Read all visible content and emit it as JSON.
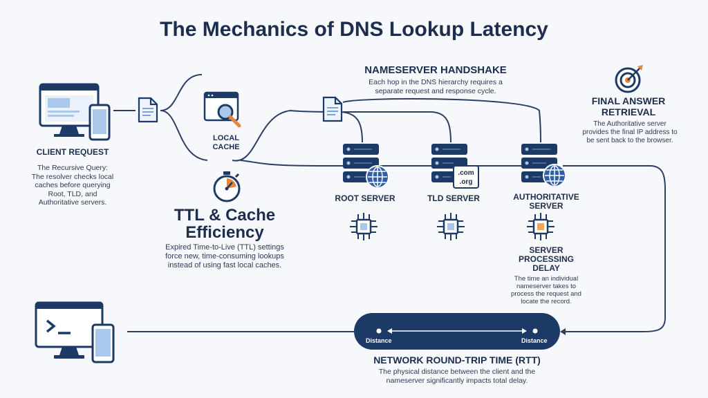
{
  "title": "The Mechanics of DNS Lookup Latency",
  "client": {
    "label": "CLIENT REQUEST",
    "desc_lines": [
      "The Recursive Query:",
      "The resolver checks local",
      "caches before querying",
      "Root, TLD, and",
      "Authoritative servers."
    ]
  },
  "local_cache": {
    "label_lines": [
      "LOCAL",
      "CACHE"
    ]
  },
  "ttl": {
    "heading_lines": [
      "TTL & Cache",
      "Efficiency"
    ],
    "desc_lines": [
      "Expired Time-to-Live (TTL) settings",
      "force new, time-consuming lookups",
      "instead of using fast local caches."
    ]
  },
  "handshake": {
    "heading": "NAMESERVER HANDSHAKE",
    "desc_lines": [
      "Each hop in the DNS hierarchy requires a",
      "separate request and response cycle."
    ]
  },
  "servers": {
    "root": {
      "label": "ROOT SERVER"
    },
    "tld": {
      "label": "TLD SERVER",
      "badge_top": ".com",
      "badge_bottom": ".org"
    },
    "auth": {
      "label_lines": [
        "AUTHORITATIVE",
        "SERVER"
      ]
    }
  },
  "processing": {
    "label_lines": [
      "SERVER",
      "PROCESSING",
      "DELAY"
    ],
    "desc_lines": [
      "The time an individual",
      "nameserver takes to",
      "process the request and",
      "locate the record."
    ]
  },
  "final": {
    "heading_lines": [
      "FINAL ANSWER",
      "RETRIEVAL"
    ],
    "desc_lines": [
      "The Authoritative server",
      "provides the final IP address to",
      "be sent back to the browser."
    ]
  },
  "rtt": {
    "distance_left": "Distance",
    "distance_right": "Distance",
    "heading": "NETWORK ROUND-TRIP TIME (RTT)",
    "desc_lines": [
      "The physical distance between the client and the",
      "nameserver significantly impacts total delay."
    ]
  },
  "colors": {
    "navy": "#1d3a66",
    "line": "#2a3f63",
    "accent_orange": "#e8853a",
    "screen_blue": "#a9c8ec",
    "chip_blue": "#a9c8ec",
    "chip_orange": "#f2a45a"
  },
  "icons": {
    "client": "desktop-phone-icon",
    "doc": "document-icon",
    "cache": "browser-magnifier-icon",
    "stopwatch": "stopwatch-icon",
    "server": "server-rack-icon",
    "globe": "globe-icon",
    "chip": "processor-chip-icon",
    "target": "target-arrow-icon",
    "terminal": "terminal-desktop-icon"
  }
}
